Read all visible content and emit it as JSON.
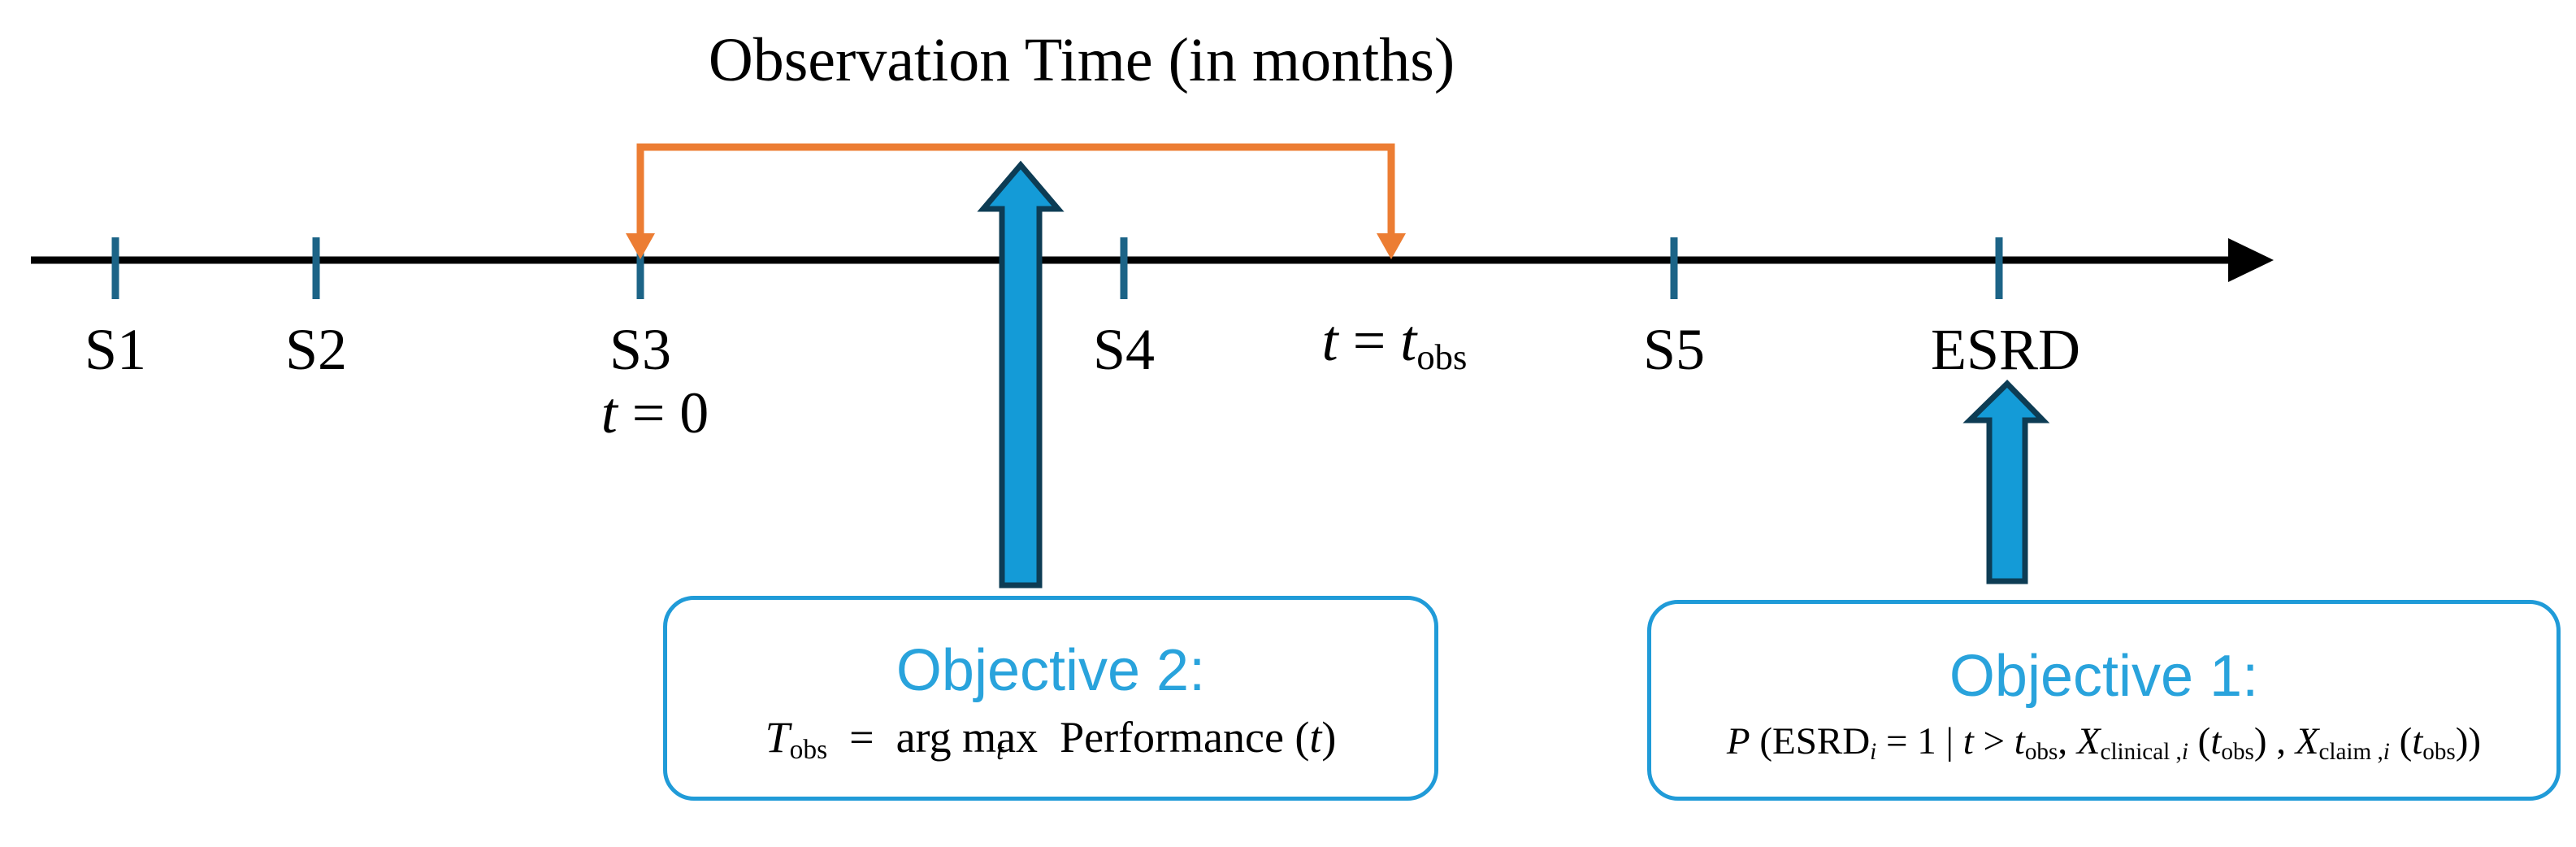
{
  "colors": {
    "ink": "#000000",
    "tick": "#1C6487",
    "orange": "#EC7D33",
    "arrow_fill": "#149BD7",
    "arrow_stroke": "#0D3C54",
    "box_border": "#209BD8",
    "objective_title_blue": "#29A3DC",
    "background": "#FFFFFF"
  },
  "title": "Observation Time (in months)",
  "timeline": {
    "labels": [
      {
        "label": "S1"
      },
      {
        "label": "S2"
      },
      {
        "label": "S3"
      },
      {
        "label": "S4"
      },
      {
        "label": "S5"
      },
      {
        "label": "ESRD"
      }
    ],
    "t0_tokens": [
      {
        "x": "t",
        "s": "it"
      },
      {
        "x": " = 0",
        "s": "rm"
      }
    ],
    "tobs_tokens": [
      {
        "x": "t",
        "s": "it"
      },
      {
        "x": " = ",
        "s": "rm"
      },
      {
        "x": "t",
        "s": "it"
      },
      {
        "x": "obs",
        "s": "sub"
      }
    ]
  },
  "objective2": {
    "title": "Objective 2:",
    "formula_tokens": [
      {
        "x": "T",
        "s": "it"
      },
      {
        "x": "obs",
        "s": "sub"
      },
      {
        "x": "  =  ",
        "s": "rm"
      },
      {
        "x": "arg ",
        "s": "rm"
      },
      {
        "x": "max",
        "s": "rm",
        "under": "t"
      },
      {
        "x": "  Performance ",
        "s": "rm"
      },
      {
        "x": "(",
        "s": "rm"
      },
      {
        "x": "t",
        "s": "it"
      },
      {
        "x": ")",
        "s": "rm"
      }
    ]
  },
  "objective1": {
    "title": "Objective 1:",
    "formula_tokens": [
      {
        "x": "P",
        "s": "it"
      },
      {
        "x": " (",
        "s": "rm"
      },
      {
        "x": "ESRD",
        "s": "rm"
      },
      {
        "x": "i",
        "s": "subit"
      },
      {
        "x": " = 1 ",
        "s": "rm"
      },
      {
        "x": "|",
        "s": "rm"
      },
      {
        "x": " ",
        "s": "rm"
      },
      {
        "x": "t",
        "s": "it"
      },
      {
        "x": " > ",
        "s": "rm"
      },
      {
        "x": "t",
        "s": "it"
      },
      {
        "x": "obs",
        "s": "sub"
      },
      {
        "x": ", ",
        "s": "rm"
      },
      {
        "x": "X",
        "s": "it"
      },
      {
        "x": "clinical ,",
        "s": "sub"
      },
      {
        "x": "i",
        "s": "subit"
      },
      {
        "x": " (",
        "s": "rm"
      },
      {
        "x": "t",
        "s": "it"
      },
      {
        "x": "obs",
        "s": "sub"
      },
      {
        "x": ") , ",
        "s": "rm"
      },
      {
        "x": "X",
        "s": "it"
      },
      {
        "x": "claim ,",
        "s": "sub"
      },
      {
        "x": "i",
        "s": "subit"
      },
      {
        "x": " (",
        "s": "rm"
      },
      {
        "x": "t",
        "s": "it"
      },
      {
        "x": "obs",
        "s": "sub"
      },
      {
        "x": "))",
        "s": "rm"
      }
    ]
  }
}
